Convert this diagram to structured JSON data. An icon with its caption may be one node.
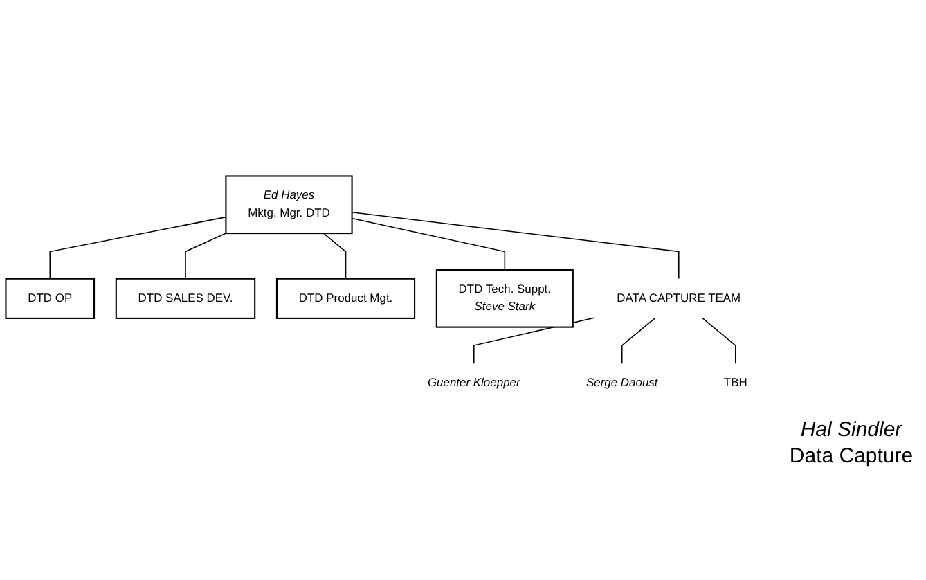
{
  "diagram": {
    "nodes": [
      {
        "text": [
          "Ed Hayes",
          "Mktg. Mgr. DTD"
        ]
      },
      {
        "text": [
          "DTD OP"
        ]
      },
      {
        "text": [
          "DTD SALES DEV."
        ]
      },
      {
        "text": [
          "DTD Product Mgt."
        ]
      },
      {
        "text": [
          "DTD Tech. Suppt.",
          "Steve Stark"
        ]
      },
      {
        "text": [
          "DATA CAPTURE TEAM"
        ]
      },
      {
        "text": [
          "Guenter Kloepper"
        ]
      },
      {
        "text": [
          "Serge Daoust"
        ]
      },
      {
        "text": [
          "TBH"
        ]
      }
    ],
    "edges": [
      {
        "from": 0,
        "to": 1,
        "arrow": "none"
      },
      {
        "from": 0,
        "to": 2,
        "arrow": "none"
      },
      {
        "from": 0,
        "to": 3,
        "arrow": "none"
      },
      {
        "from": 0,
        "to": 4,
        "arrow": "none"
      },
      {
        "from": 0,
        "to": 5,
        "arrow": "none"
      },
      {
        "from": 5,
        "to": 6,
        "arrow": "none"
      },
      {
        "from": 5,
        "to": 7,
        "arrow": "none"
      },
      {
        "from": 5,
        "to": 8,
        "arrow": "none"
      }
    ],
    "labels": [
      "Hal Sindler",
      "Data Capture"
    ]
  }
}
